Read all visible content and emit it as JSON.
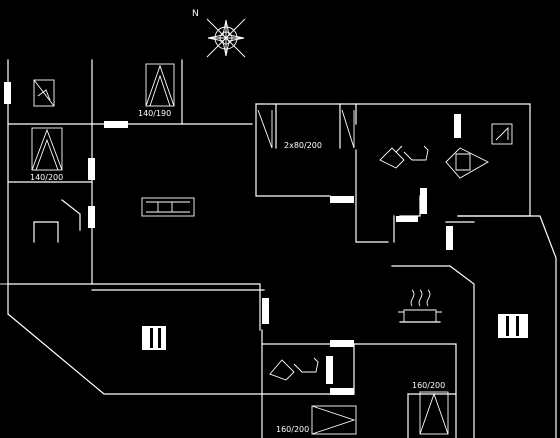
{
  "compass": {
    "north_label": "N",
    "icon": "compass-rose-icon"
  },
  "bed_labels": {
    "bed_top_small": "140/190",
    "bed_left": "140/200",
    "bed_double_top": "2x80/200",
    "bed_bottom_right": "160/200",
    "bed_bottom_middle": "160/200"
  },
  "symbols": {
    "sofa": "sofa-icon",
    "toilet": "toilet-icon",
    "shower": "shower-icon",
    "stove": "stove-with-steam-icon",
    "colors": {
      "background": "#000000",
      "lines": "#ffffff"
    }
  }
}
